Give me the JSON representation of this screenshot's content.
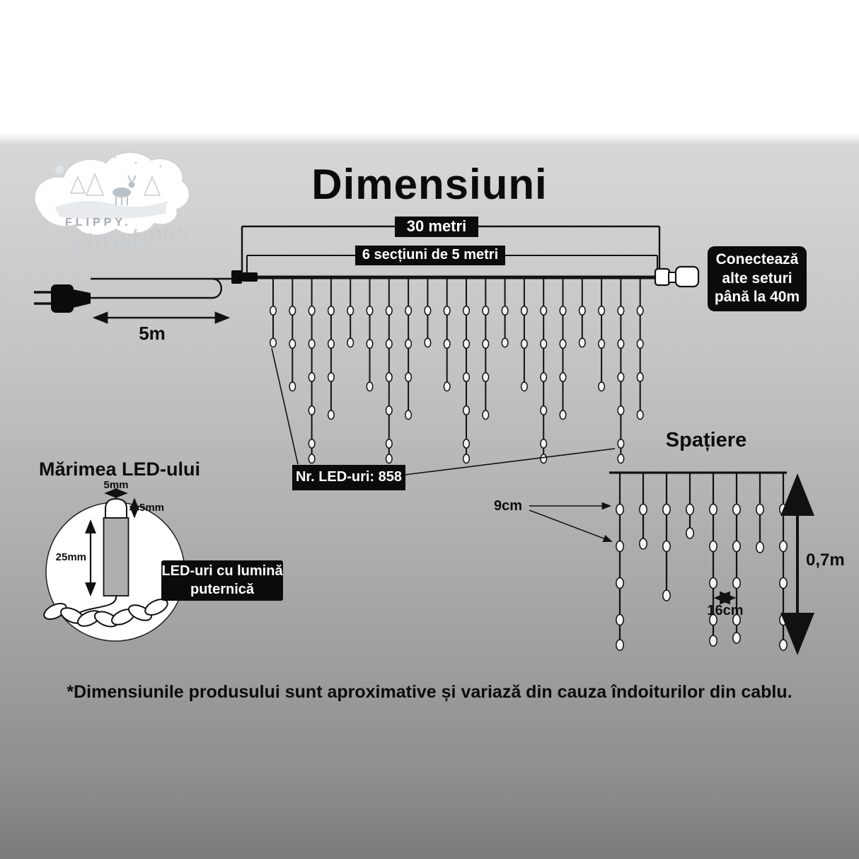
{
  "title": "Dimensiuni",
  "logo": {
    "brand_top": "FLIPPY.",
    "brand_script": "christmas"
  },
  "top_diagram": {
    "total_length_label": "30 metri",
    "sections_label": "6 secțiuni de 5 metri",
    "lead_length_label": "5m",
    "connector_note": {
      "line1": "Conectează",
      "line2": "alte seturi",
      "line3": "până la 40m"
    },
    "led_count_label": "Nr. LED-uri: 858"
  },
  "spacing_section": {
    "heading": "Spațiere",
    "bulb_spacing_label": "9cm",
    "drop_spacing_label": "16cm",
    "drop_length_label": "0,7m"
  },
  "led_size_section": {
    "heading": "Mărimea LED-ului",
    "width_label": "5mm",
    "cap_height_label": "5mm",
    "body_height_label": "25mm",
    "callout": {
      "line1": "LED-uri cu lumină",
      "line2": "puternică"
    }
  },
  "footnote": "*Dimensiunile produsului sunt aproximative și variază din cauza îndoiturilor din cablu.",
  "colors": {
    "label_box_bg": "#0b0b0b",
    "label_text": "#ffffff",
    "diagram_ink": "#111111"
  }
}
